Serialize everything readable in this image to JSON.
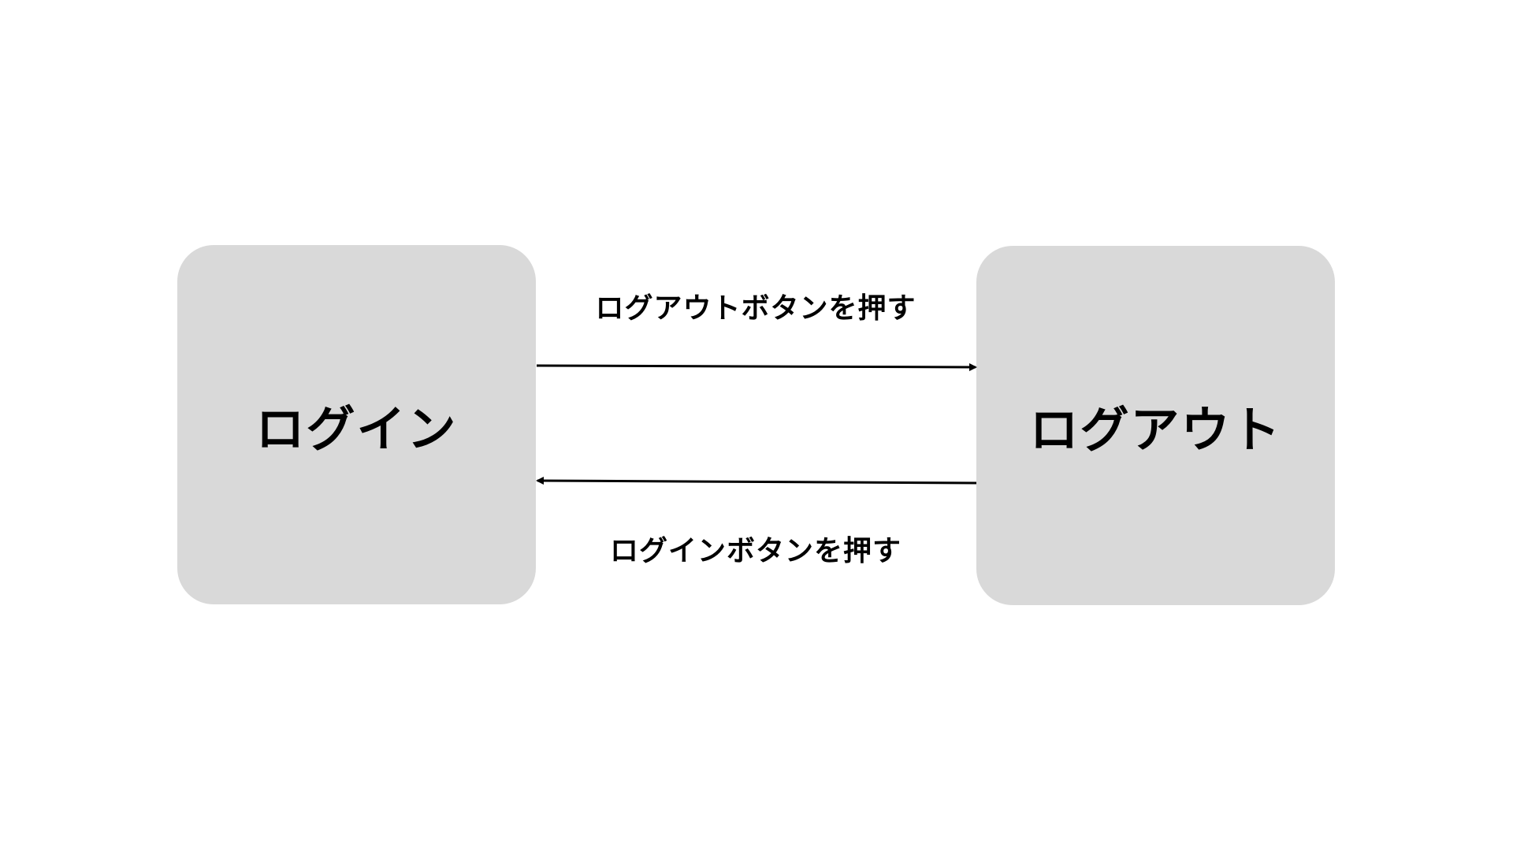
{
  "states": {
    "login": "ログイン",
    "logout": "ログアウト"
  },
  "transitions": {
    "login_to_logout": "ログアウトボタンを押す",
    "logout_to_login": "ログインボタンを押す"
  },
  "colors": {
    "state_fill": "#d9d9d9",
    "arrow": "#000000"
  }
}
